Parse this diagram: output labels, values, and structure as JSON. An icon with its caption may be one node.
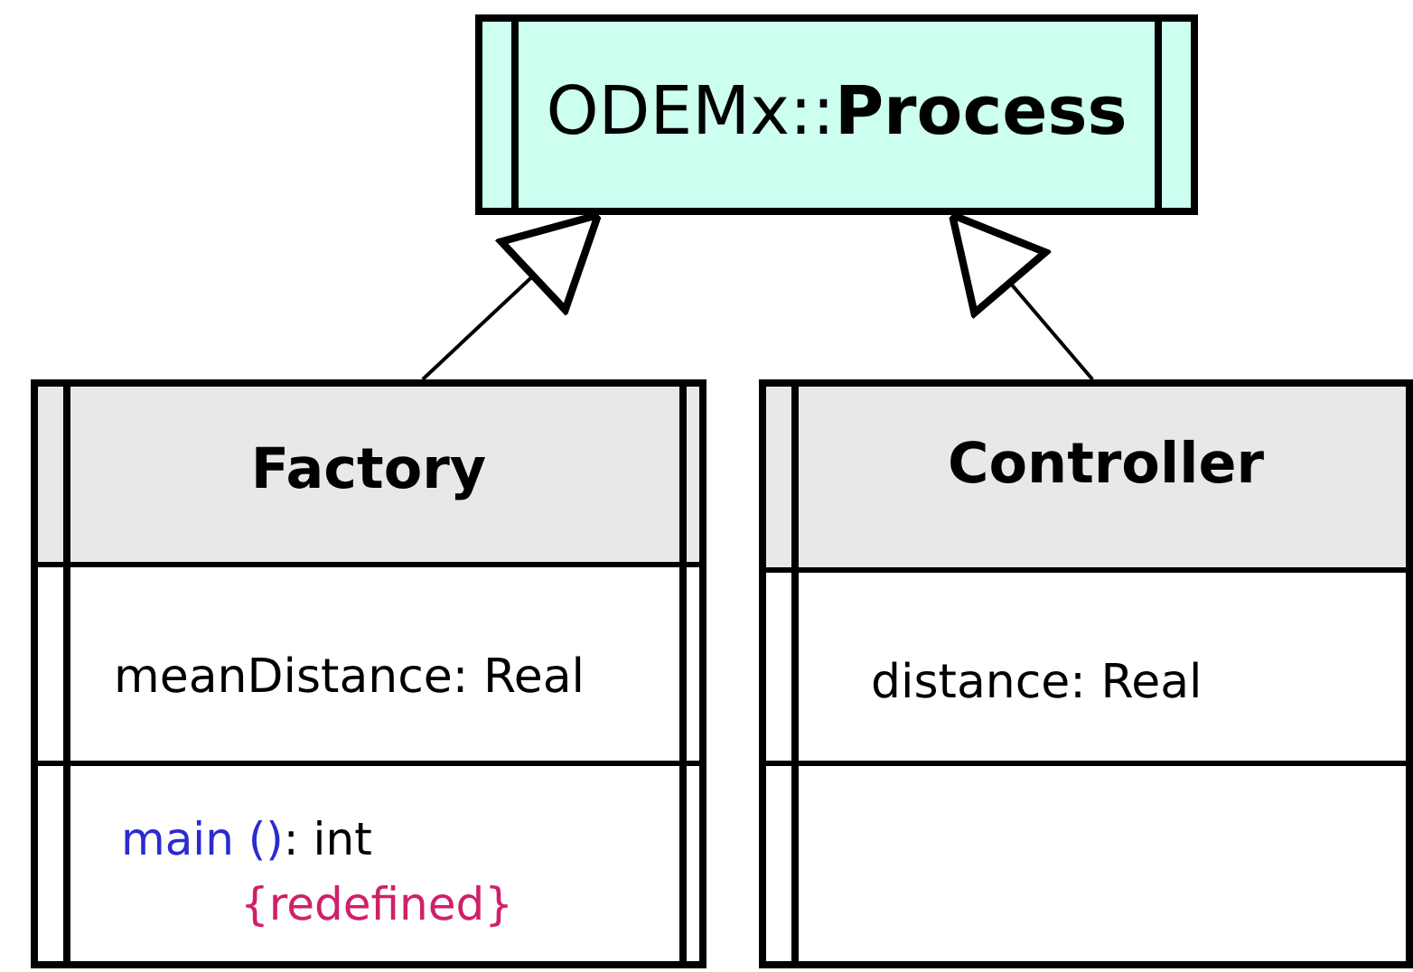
{
  "diagram": {
    "nodes": [
      {
        "text": [
          "ODEMx::**Process**"
        ]
      },
      {
        "text": [
          "Factory",
          "meanDistance: Real",
          "main (): int",
          "{redefined}"
        ]
      },
      {
        "text": [
          "Controller",
          "distance: Real"
        ]
      }
    ],
    "edges": [
      {
        "from": 1,
        "to": 0,
        "arrow": "to"
      },
      {
        "from": 2,
        "to": 0,
        "arrow": "to"
      }
    ]
  }
}
